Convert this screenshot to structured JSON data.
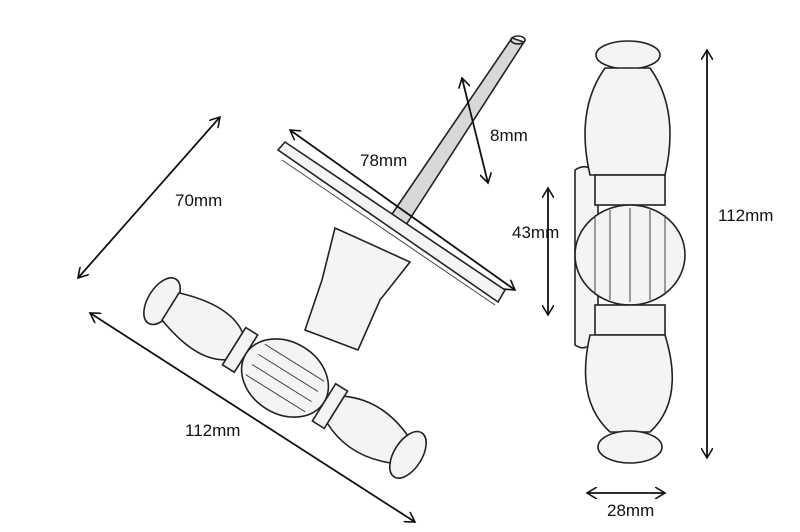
{
  "dimensions": {
    "angled_width": "70mm",
    "plate_length": "78mm",
    "spindle": "8mm",
    "plate_height": "43mm",
    "length_side": "112mm",
    "length_angled": "112mm",
    "knob_width": "28mm"
  }
}
